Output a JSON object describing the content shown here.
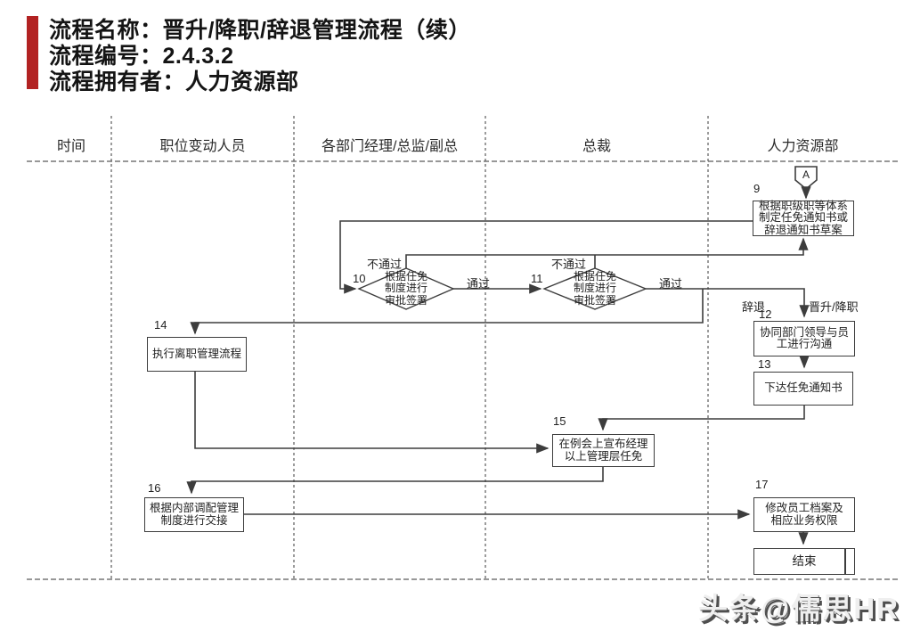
{
  "colors": {
    "accent_red": "#b22222",
    "line": "#3d3d3d",
    "background": "#ffffff"
  },
  "header": {
    "lines": [
      {
        "label": "流程名称：",
        "value": "晋升/降职/辞退管理流程（续）"
      },
      {
        "label": "流程编号：",
        "value": "2.4.3.2"
      },
      {
        "label": "流程拥有者：",
        "value": "人力资源部"
      }
    ]
  },
  "lanes": [
    {
      "label": "时间"
    },
    {
      "label": "职位变动人员"
    },
    {
      "label": "各部门经理/总监/副总"
    },
    {
      "label": "总裁"
    },
    {
      "label": "人力资源部"
    }
  ],
  "connector": {
    "label": "A"
  },
  "nodes": {
    "n9": {
      "num": "9",
      "lines": [
        "根据职级职等体系",
        "制定任免通知书或",
        "辞退通知书草案"
      ]
    },
    "d10": {
      "num": "10",
      "lines": [
        "根据任免",
        "制度进行",
        "审批签署"
      ]
    },
    "d11": {
      "num": "11",
      "lines": [
        "根据任免",
        "制度进行",
        "审批签署"
      ]
    },
    "n12": {
      "num": "12",
      "lines": [
        "协同部门领导与员",
        "工进行沟通"
      ]
    },
    "n13": {
      "num": "13",
      "lines": [
        "下达任免通知书"
      ]
    },
    "n14": {
      "num": "14",
      "lines": [
        "执行离职管理流程"
      ]
    },
    "n15": {
      "num": "15",
      "lines": [
        "在例会上宣布经理",
        "以上管理层任免"
      ]
    },
    "n16": {
      "num": "16",
      "lines": [
        "根据内部调配管理",
        "制度进行交接"
      ]
    },
    "n17": {
      "num": "17",
      "lines": [
        "修改员工档案及",
        "相应业务权限"
      ]
    },
    "end": {
      "label": "结束"
    }
  },
  "edge_labels": {
    "fail1": "不通过",
    "fail2": "不通过",
    "pass1": "通过",
    "pass2": "通过",
    "dismiss": "辞退",
    "promote": "晋升/降职"
  },
  "watermark": "头条@儒思HR"
}
